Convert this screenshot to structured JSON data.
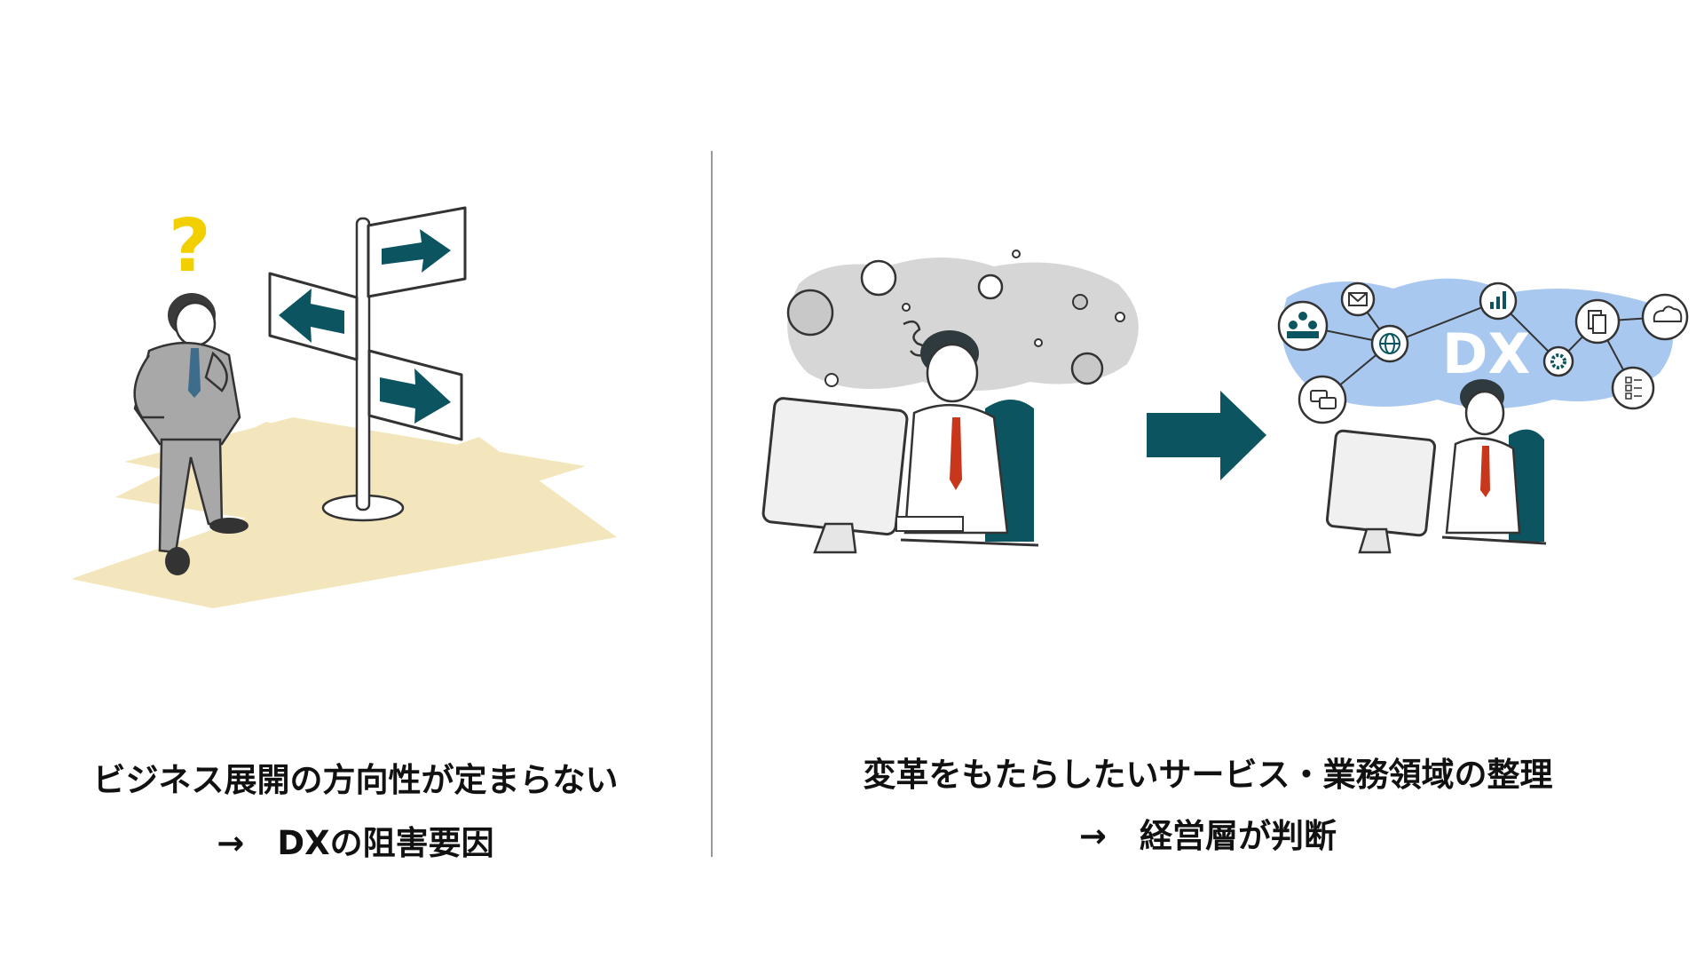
{
  "left": {
    "caption_line1": "ビジネス展開の方向性が定まらない",
    "caption_line2": "→　DXの阻害要因"
  },
  "right": {
    "caption_line1": "変革をもたらしたいサービス・業務領域の整理",
    "caption_line2": "→　経営層が判断",
    "dx_label": "DX"
  },
  "colors": {
    "teal": "#0c5560",
    "sand": "#f3e6bd",
    "question_yellow": "#f2d000",
    "cloud_blue": "#a9c8f0",
    "fog_gray": "#d6d6d6",
    "tie_red": "#c8361c"
  },
  "icons": [
    "question-mark-icon",
    "arrow-right-icon",
    "arrow-left-icon",
    "people-icon",
    "mail-icon",
    "bar-chart-icon",
    "globe-icon",
    "gear-icon",
    "documents-icon",
    "cloud-icon",
    "chat-icon",
    "checklist-icon"
  ]
}
